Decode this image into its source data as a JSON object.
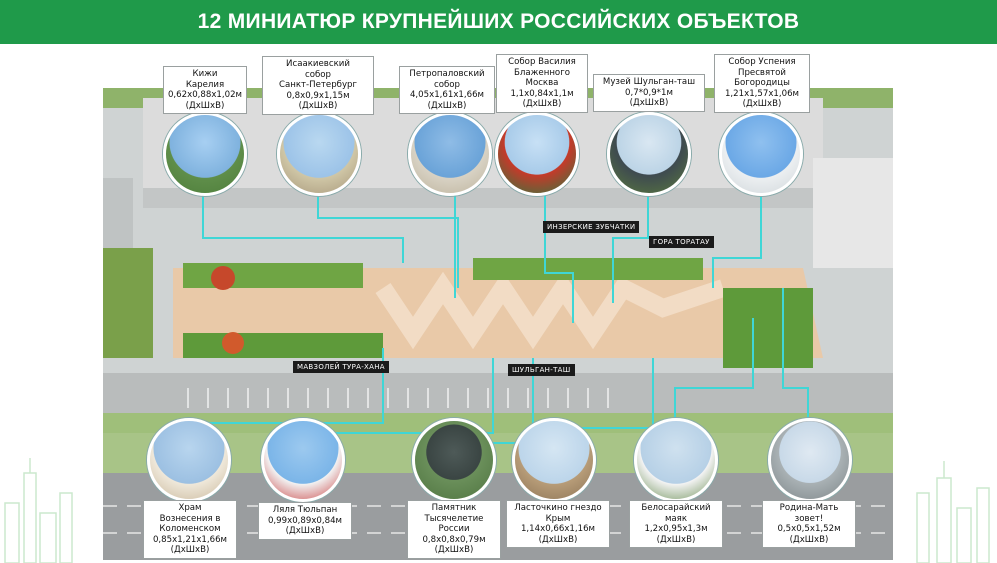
{
  "header": {
    "title": "12 МИНИАТЮР КРУПНЕЙШИХ РОССИЙСКИХ ОБЪЕКТОВ"
  },
  "colors": {
    "header_bg": "#1f9a4a",
    "path_line": "#3fd6d6",
    "plaza": "#e9c9a8",
    "green": "#5fa83a"
  },
  "map_tags": {
    "inzer": "ИНЗЕРСКИЕ ЗУБЧАТКИ",
    "toratau": "ГОРА ТОРАТАУ",
    "mausoleum": "МАВЗОЛЕЙ ТУРА-ХАНА",
    "shulgan": "ШУЛЬГАН-ТАШ"
  },
  "objects_top": [
    {
      "name": "Кижи\nКарелия\n0,62х0,88х1,02м\n(ДхШхВ)",
      "icon": "kizhi-church-icon"
    },
    {
      "name": "Исаакиевский\nсобор\nСанкт-Петербург\n0,8х0,9х1,15м\n(ДхШхВ)",
      "icon": "isaac-cathedral-icon"
    },
    {
      "name": "Петропаловский\nсобор\n4,05х1,61х1,66м\n(ДхШхВ)",
      "icon": "peter-paul-cathedral-icon"
    },
    {
      "name": "Собор Василия\nБлаженного\nМосква\n1,1х0,84х1,1м\n(ДхШхВ)",
      "icon": "st-basil-cathedral-icon"
    },
    {
      "name": "Музей Шульган-таш\n0,7*0,9*1м\n(ДхШхВ)",
      "icon": "shulgan-tash-museum-icon"
    },
    {
      "name": "Собор Успения\nПресвятой\nБогородицы\n1,21х1,57х1,06м\n(ДхШхВ)",
      "icon": "assumption-cathedral-icon"
    }
  ],
  "objects_bottom": [
    {
      "name": "Храм\nВознесения в\nКоломенском\n0,85х1,21х1,66м\n(ДхШхВ)",
      "icon": "ascension-church-icon"
    },
    {
      "name": "Ляля Тюльпан\n0,99х0,89х0,84м\n(ДхШхВ)",
      "icon": "lyalya-tulpan-mosque-icon"
    },
    {
      "name": "Памятник\nТысячелетие\nРоссии\n0,8х0,8х0,79м\n(ДхШхВ)",
      "icon": "millennium-monument-icon"
    },
    {
      "name": "Ласточкино гнездо\nКрым\n1,14х0,66х1,16м\n(ДхШхВ)",
      "icon": "swallow-nest-castle-icon"
    },
    {
      "name": "Белосарайский\nмаяк\n1,2х0,95х1,3м\n(ДхШхВ)",
      "icon": "belosaraysky-lighthouse-icon"
    },
    {
      "name": "Родина-Мать\nзовет!\n0,5х0,5х1,52м\n(ДхШхВ)",
      "icon": "motherland-statue-icon"
    }
  ]
}
